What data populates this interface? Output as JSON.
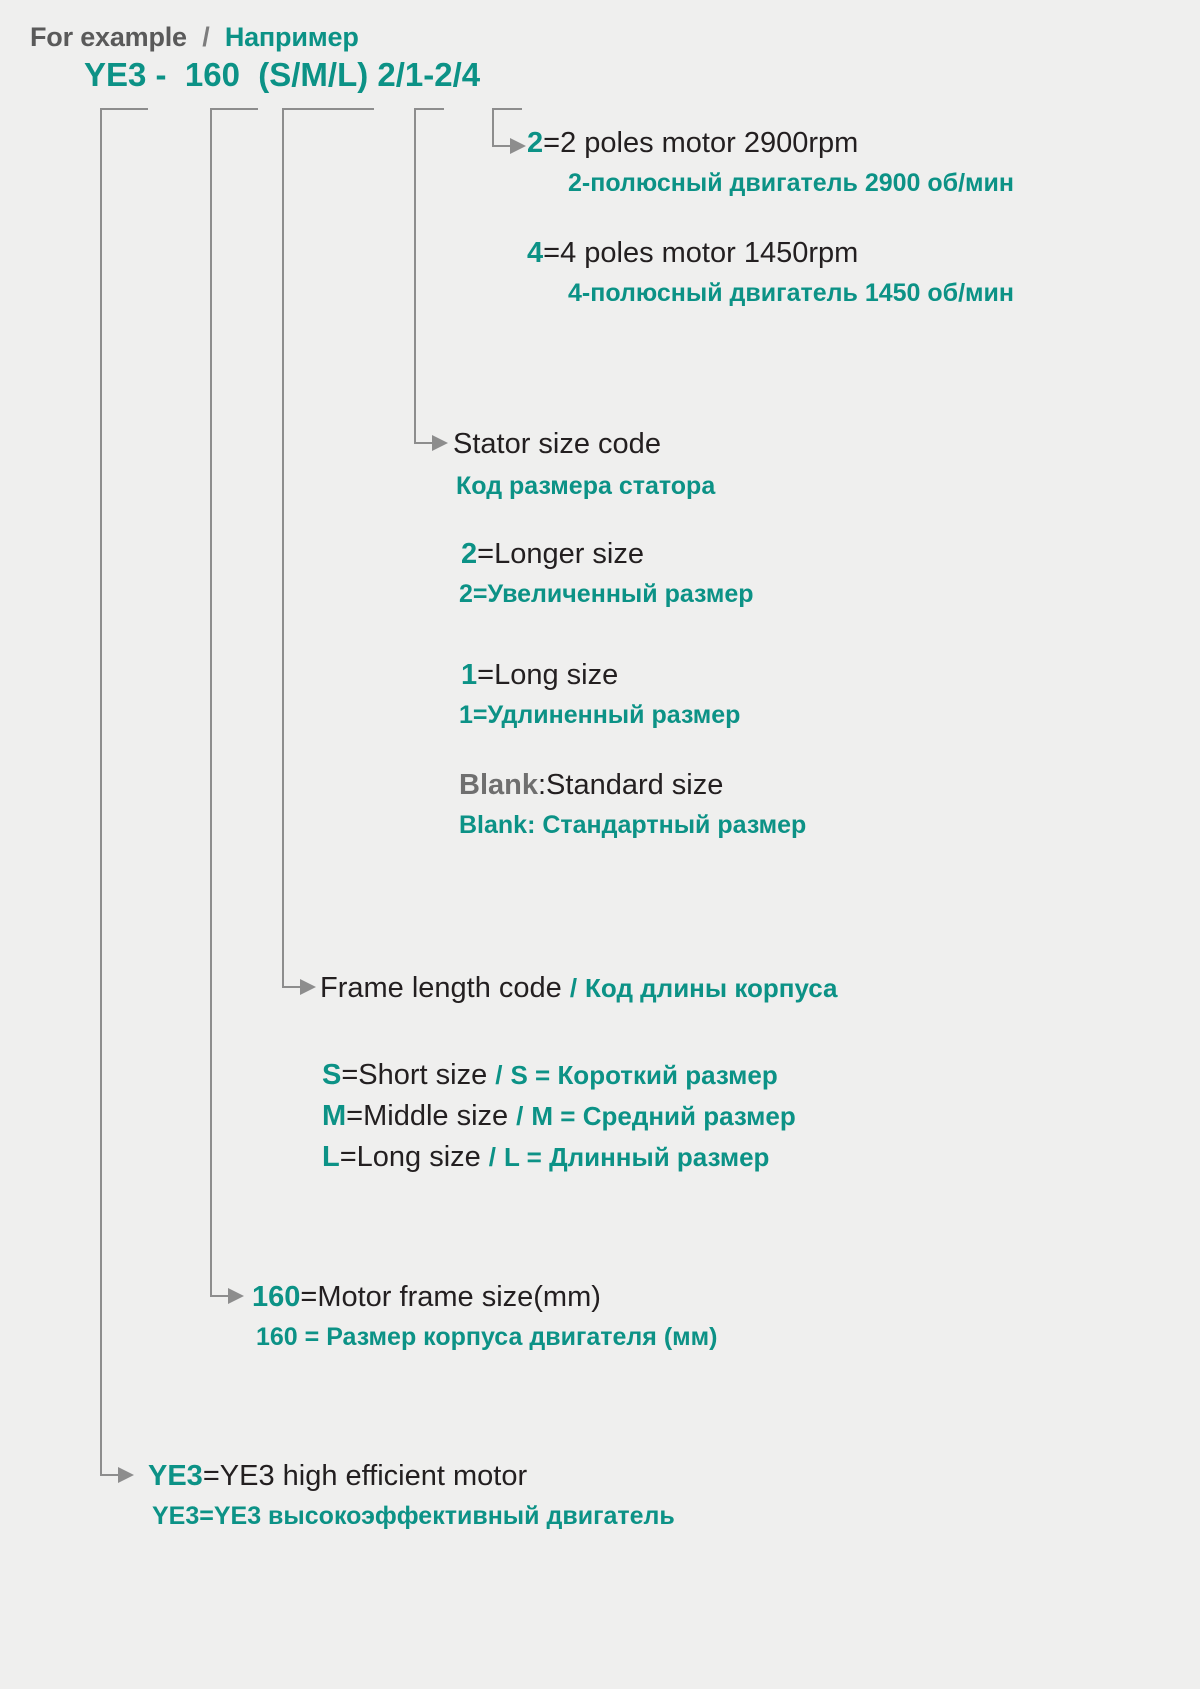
{
  "header": {
    "example_en": "For example",
    "separator": "/",
    "example_ru": "Например",
    "code": "YE3 -  160  (S/M/L) 2/1-2/4"
  },
  "branches": [
    {
      "id": "poles-2",
      "key": "2",
      "en": "=2 poles motor 2900rpm",
      "ru": "2-полюсный двигатель 2900 об/мин"
    },
    {
      "id": "poles-4",
      "key": "4",
      "en": "=4 poles motor 1450rpm",
      "ru": "4-полюсный двигатель 1450 об/мин"
    },
    {
      "id": "stator-size-code",
      "key": "",
      "en": "Stator size code",
      "ru": "Код размера статора"
    },
    {
      "id": "stator-longer",
      "key": "2",
      "en": "=Longer size",
      "ru": "2=Увеличенный размер"
    },
    {
      "id": "stator-long",
      "key": "1",
      "en": "=Long size",
      "ru": "1=Удлиненный размер"
    },
    {
      "id": "stator-blank",
      "key": "Blank",
      "en": ":Standard size",
      "ru": "Blank: Стандартный размер"
    },
    {
      "id": "frame-length-code",
      "key": "",
      "en": "Frame length code",
      "slash": "/",
      "ru": "Код длины корпуса"
    },
    {
      "id": "frame-short",
      "key": "S",
      "en": "=Short size",
      "slash": "/",
      "ru": "S = Короткий размер"
    },
    {
      "id": "frame-middle",
      "key": "M",
      "en": "=Middle size",
      "slash": "/",
      "ru": "M = Средний размер"
    },
    {
      "id": "frame-long",
      "key": "L",
      "en": "=Long size",
      "slash": "/",
      "ru": "L = Длинный размер"
    },
    {
      "id": "motor-frame-size",
      "key": "160",
      "en": "=Motor frame size(mm)",
      "ru": "160 = Размер корпуса двигателя (мм)"
    },
    {
      "id": "ye3-motor",
      "key": "YE3",
      "en": "=YE3 high efficient motor",
      "ru": "YE3=YE3 высокоэффективный двигатель"
    }
  ],
  "colors": {
    "accent": "#0c9286",
    "text": "#231f20",
    "grey_key": "#6f6f6f",
    "line": "#8d8d8d",
    "background": "#efefee"
  }
}
